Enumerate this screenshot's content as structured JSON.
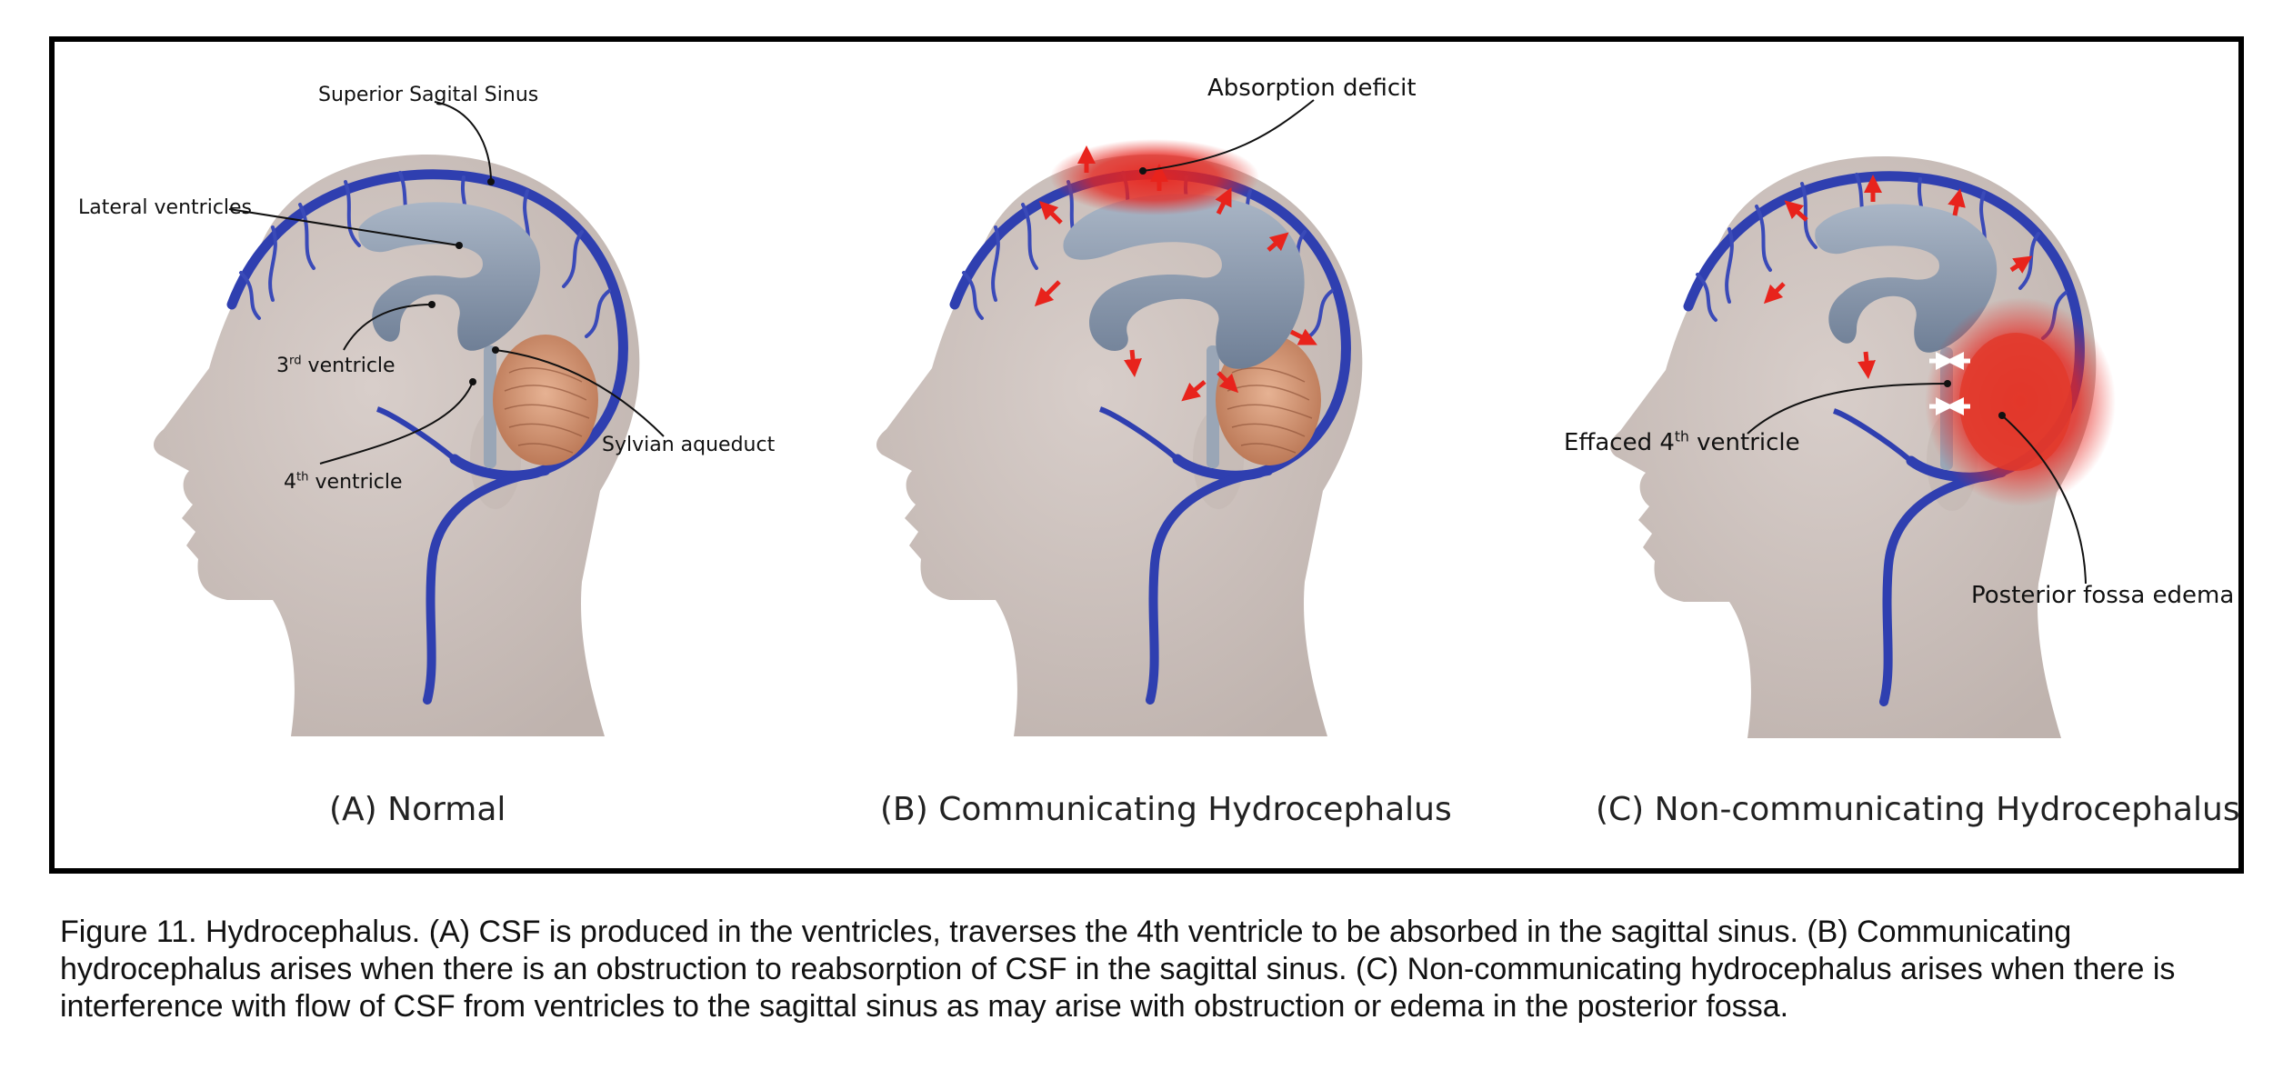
{
  "panels": {
    "a": {
      "title": "(A) Normal",
      "labels": {
        "superior_sagital_sinus": "Superior Sagital Sinus",
        "lateral_ventricles": "Lateral ventricles",
        "third_ventricle_num": "3",
        "third_ventricle_sup": "rd",
        "third_ventricle_text": " ventricle",
        "fourth_ventricle_num": "4",
        "fourth_ventricle_sup": "th",
        "fourth_ventricle_text": " ventricle",
        "sylvian_aqueduct": "Sylvian aqueduct"
      }
    },
    "b": {
      "title": "(B) Communicating Hydrocephalus",
      "labels": {
        "absorption_deficit": "Absorption deficit"
      }
    },
    "c": {
      "title": "(C) Non-communicating Hydrocephalus",
      "labels": {
        "effaced_prefix": "Effaced 4",
        "effaced_sup": "th",
        "effaced_text": " ventricle",
        "posterior_fossa_edema": "Posterior fossa edema"
      }
    }
  },
  "caption": "Figure 11. Hydrocephalus. (A) CSF is produced in the ventricles, traverses the 4th ventricle to be absorbed in the sagittal sinus.  (B) Communicating hydrocephalus arises when there is an obstruction to reabsorption of CSF in the sagittal sinus. (C) Non-communicating hydrocephalus arises when there is interference with flow of CSF from ventricles to the sagittal sinus as may arise with obstruction or edema in the posterior fossa.",
  "colors": {
    "head": "#cdc2bd",
    "vein": "#2f3fb0",
    "ventricle": "#8d9cb0",
    "cerebellum": "#d69a76",
    "alert_red": "#e8231c"
  }
}
